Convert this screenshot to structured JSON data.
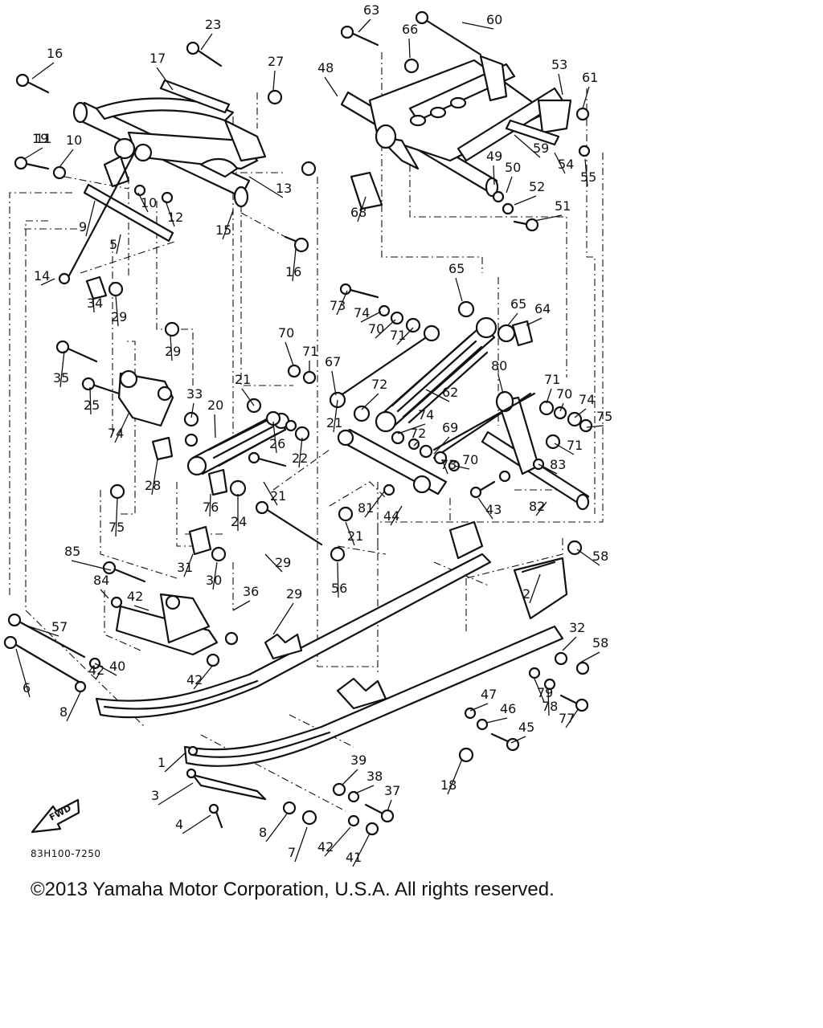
{
  "diagram": {
    "callouts": [
      "16",
      "17",
      "23",
      "27",
      "63",
      "66",
      "60",
      "48",
      "53",
      "61",
      "11",
      "10",
      "19",
      "9",
      "10",
      "12",
      "13",
      "15",
      "59",
      "54",
      "55",
      "49",
      "50",
      "52",
      "51",
      "68",
      "5",
      "16",
      "14",
      "34",
      "29",
      "65",
      "65",
      "64",
      "73",
      "74",
      "70",
      "71",
      "29",
      "70",
      "71",
      "35",
      "67",
      "72",
      "62",
      "80",
      "71",
      "70",
      "74",
      "75",
      "25",
      "33",
      "21",
      "20",
      "26",
      "22",
      "21",
      "74",
      "72",
      "69",
      "74",
      "28",
      "21",
      "73",
      "70",
      "71",
      "83",
      "81",
      "44",
      "43",
      "82",
      "76",
      "24",
      "21",
      "75",
      "29",
      "56",
      "58",
      "85",
      "31",
      "30",
      "29",
      "2",
      "84",
      "42",
      "36",
      "32",
      "58",
      "57",
      "40",
      "42",
      "47",
      "79",
      "78",
      "77",
      "6",
      "42",
      "8",
      "46",
      "45",
      "18",
      "1",
      "39",
      "38",
      "37",
      "3",
      "4",
      "8",
      "7",
      "42",
      "41"
    ],
    "fwd_label": "FWD",
    "code": "83H100-7250"
  },
  "copyright": "©2013 Yamaha Motor Corporation, U.S.A. All rights reserved."
}
